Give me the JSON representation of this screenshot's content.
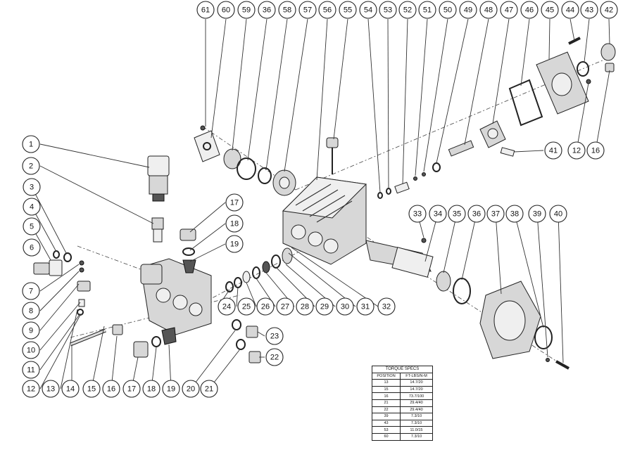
{
  "callouts": [
    {
      "num": "61"
    },
    {
      "num": "60"
    },
    {
      "num": "59"
    },
    {
      "num": "36"
    },
    {
      "num": "58"
    },
    {
      "num": "57"
    },
    {
      "num": "56"
    },
    {
      "num": "55"
    },
    {
      "num": "54"
    },
    {
      "num": "53"
    },
    {
      "num": "52"
    },
    {
      "num": "51"
    },
    {
      "num": "50"
    },
    {
      "num": "49"
    },
    {
      "num": "48"
    },
    {
      "num": "47"
    },
    {
      "num": "46"
    },
    {
      "num": "45"
    },
    {
      "num": "44"
    },
    {
      "num": "43"
    },
    {
      "num": "42"
    },
    {
      "num": "1"
    },
    {
      "num": "2"
    },
    {
      "num": "3"
    },
    {
      "num": "4"
    },
    {
      "num": "5"
    },
    {
      "num": "6"
    },
    {
      "num": "7"
    },
    {
      "num": "8"
    },
    {
      "num": "9"
    },
    {
      "num": "10"
    },
    {
      "num": "11"
    },
    {
      "num": "17"
    },
    {
      "num": "18"
    },
    {
      "num": "19"
    },
    {
      "num": "41"
    },
    {
      "num": "12"
    },
    {
      "num": "16"
    },
    {
      "num": "33"
    },
    {
      "num": "34"
    },
    {
      "num": "35"
    },
    {
      "num": "36"
    },
    {
      "num": "37"
    },
    {
      "num": "38"
    },
    {
      "num": "39"
    },
    {
      "num": "40"
    },
    {
      "num": "24"
    },
    {
      "num": "25"
    },
    {
      "num": "26"
    },
    {
      "num": "27"
    },
    {
      "num": "28"
    },
    {
      "num": "29"
    },
    {
      "num": "30"
    },
    {
      "num": "31"
    },
    {
      "num": "32"
    },
    {
      "num": "23"
    },
    {
      "num": "22"
    },
    {
      "num": "12"
    },
    {
      "num": "13"
    },
    {
      "num": "14"
    },
    {
      "num": "15"
    },
    {
      "num": "16"
    },
    {
      "num": "17"
    },
    {
      "num": "18"
    },
    {
      "num": "19"
    },
    {
      "num": "20"
    },
    {
      "num": "21"
    }
  ],
  "torque_specs": {
    "title": "TORQUE SPECS",
    "headers": [
      "POSITION",
      "FT-LBS/N-M"
    ],
    "rows": [
      [
        "13",
        "14.7/20"
      ],
      [
        "15",
        "14.7/20"
      ],
      [
        "16",
        "73.7/100"
      ],
      [
        "21",
        "29.4/40"
      ],
      [
        "22",
        "29.4/40"
      ],
      [
        "39",
        "7.3/10"
      ],
      [
        "43",
        "7.3/10"
      ],
      [
        "53",
        "11.0/15"
      ],
      [
        "60",
        "7.3/10"
      ]
    ]
  }
}
